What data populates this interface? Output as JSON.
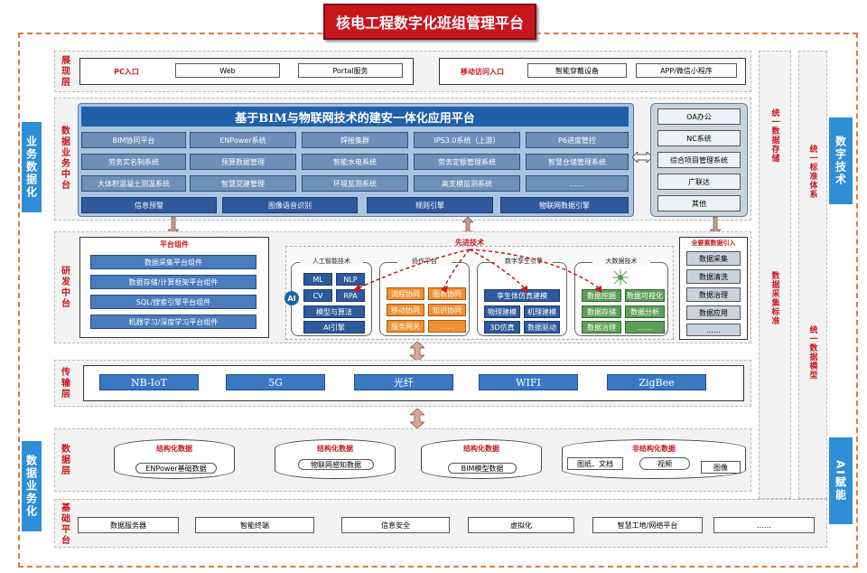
{
  "title": "核电工程数字化班组管理平台",
  "side_left": [
    "业务数据化",
    "数据业务化"
  ],
  "side_right": [
    "数字技术",
    "AI赋能"
  ],
  "right_columns": [
    "统一数据存储",
    "数据采集标准",
    "统一标准体系",
    "统一数据模型"
  ],
  "layers": {
    "display": "展现层",
    "data_center": "数据业务中台",
    "rd_center": "研发中台",
    "transport": "传输层",
    "data": "数据层",
    "base": "基础平台"
  },
  "display_layer": {
    "pc_label": "PC入口",
    "pc_items": [
      "Web",
      "Portal服务"
    ],
    "mobile_label": "移动访问入口",
    "mobile_items": [
      "智能穿戴设备",
      "APP/微信小程序"
    ]
  },
  "platform": {
    "banner": "基于BIM与物联网技术的建安一体化应用平台",
    "grid": [
      [
        "BIM协同平台",
        "ENPower系统",
        "焊接集群",
        "IPS3.0系统（上游）",
        "P6进度管控"
      ],
      [
        "劳务实名制系统",
        "预算数据管理",
        "智能水电系统",
        "劳务定额管理系统",
        "智慧仓储管理系统"
      ],
      [
        "大体积混凝土测温系统",
        "智慧党建管理",
        "环境监测系统",
        "高支模监测系统",
        "……"
      ]
    ],
    "bottom": [
      "信息预警",
      "图像语音识别",
      "规则引擎",
      "物联网数据引擎"
    ],
    "right": [
      "OA办公",
      "NC系统",
      "综合项目管理系统",
      "广联达",
      "其他"
    ]
  },
  "rd": {
    "platform_title": "平台组件",
    "platform_items": [
      "数据采集平台组件",
      "数据存储/计算框架平台组件",
      "SQL/搜索引擎平台组件",
      "机器学习/深度学习平台组件"
    ],
    "advanced": "先进技术",
    "ai_title": "人工智能技术",
    "ai_items": [
      "ML",
      "NLP",
      "CV",
      "RPA",
      "模型与算法",
      "AI引擎"
    ],
    "ai_badge": "AI",
    "coop_title": "协作平台",
    "coop_items": [
      "流程协同",
      "图表协同",
      "移动协同",
      "知识协同",
      "服务网关",
      "……"
    ],
    "twin_title": "数字孪生引擎",
    "twin_items": [
      "孪生体仿真建模",
      "物理建模",
      "机理建模",
      "3D仿真",
      "数据驱动"
    ],
    "big_title": "大数据技术",
    "big_items": [
      "数据挖掘",
      "数据可视化",
      "数据存储",
      "数据分析",
      "数据治理",
      "……"
    ],
    "full_title": "全要素数据引入",
    "full_items": [
      "数据采集",
      "数据清洗",
      "数据治理",
      "数据应用",
      "……"
    ]
  },
  "transport": [
    "NB-IoT",
    "5G",
    "光纤",
    "WIFI",
    "ZigBee"
  ],
  "data_layer": [
    {
      "title": "结构化数据",
      "label": "ENPower基础数据"
    },
    {
      "title": "结构化数据",
      "label": "物联网感知数据"
    },
    {
      "title": "结构化数据",
      "label": "BIM模型数据"
    },
    {
      "title": "非结构化数据",
      "items": [
        "图纸、文档",
        "视频",
        "图像"
      ]
    }
  ],
  "base_layer": [
    "数据服务器",
    "智能终端",
    "信息安全",
    "虚拟化",
    "智慧工地/网络平台",
    "……"
  ]
}
